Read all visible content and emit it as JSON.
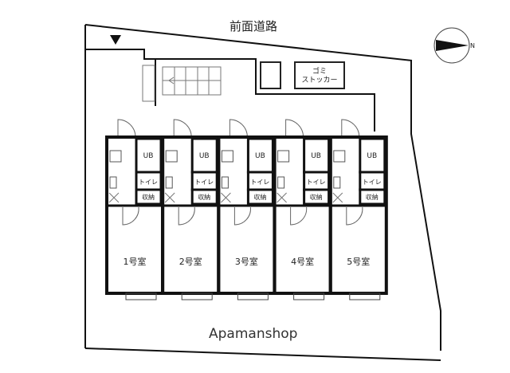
{
  "road_label": "前面道路",
  "garbage_label_1": "ゴミ",
  "garbage_label_2": "ストッカー",
  "compass_label": "N",
  "units": [
    {
      "name": "1号室",
      "ub": "UB",
      "toilet": "トイレ",
      "storage": "収納"
    },
    {
      "name": "2号室",
      "ub": "UB",
      "toilet": "トイレ",
      "storage": "収納"
    },
    {
      "name": "3号室",
      "ub": "UB",
      "toilet": "トイレ",
      "storage": "収納"
    },
    {
      "name": "4号室",
      "ub": "UB",
      "toilet": "トイレ",
      "storage": "収納"
    },
    {
      "name": "5号室",
      "ub": "UB",
      "toilet": "トイレ",
      "storage": "収納"
    }
  ],
  "watermark": "Apamanshop"
}
